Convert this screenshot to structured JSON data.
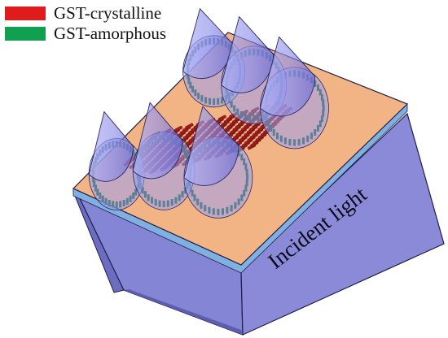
{
  "legend": {
    "items": [
      {
        "label": "GST-crystalline",
        "color": "#e01b1b"
      },
      {
        "label": "GST-amorphous",
        "color": "#10a050"
      }
    ]
  },
  "annotation": {
    "label": "Incident light"
  },
  "colors": {
    "substrate": "#8585d6",
    "substrate_dark": "#6c6cc0",
    "metasurface": "#f3b485",
    "edge_stripe": "#7fb0e0",
    "cone": "#8b8bea",
    "crystalline_rod": "#a51a1a",
    "amorphous_rod": "#0d5a2c"
  }
}
